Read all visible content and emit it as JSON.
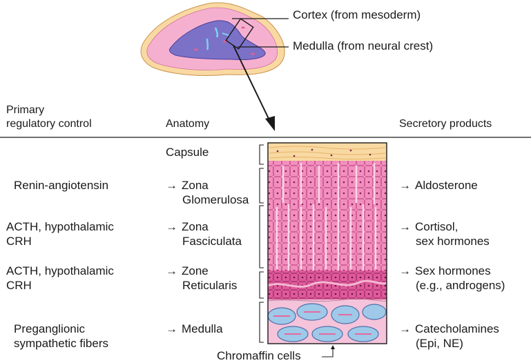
{
  "gland": {
    "cortex_label": "Cortex (from mesoderm)",
    "medulla_label": "Medulla (from neural crest)"
  },
  "headers": {
    "control": [
      "Primary",
      "regulatory control"
    ],
    "anatomy": "Anatomy",
    "products": "Secretory products"
  },
  "arrow_glyph": "→",
  "capsule_label": "Capsule",
  "rows": [
    {
      "control": [
        "Renin-angiotensin"
      ],
      "zone": [
        "Zona",
        "Glomerulosa"
      ],
      "product": [
        "Aldosterone"
      ]
    },
    {
      "control": [
        "ACTH, hypothalamic",
        "CRH"
      ],
      "zone": [
        "Zona",
        "Fasciculata"
      ],
      "product": [
        "Cortisol,",
        "sex hormones"
      ]
    },
    {
      "control": [
        "ACTH, hypothalamic",
        "CRH"
      ],
      "zone": [
        "Zone",
        "Reticularis"
      ],
      "product": [
        "Sex hormones",
        "(e.g., androgens)"
      ]
    },
    {
      "control": [
        "Preganglionic",
        "sympathetic fibers"
      ],
      "zone": [
        "Medulla"
      ],
      "product": [
        "Catecholamines",
        "(Epi, NE)"
      ]
    }
  ],
  "chromaffin_label": "Chromaffin cells",
  "colors": {
    "cortex_fill": "#f6b0cf",
    "capsule_outer": "#f9d9a2",
    "medulla_fill": "#7b72c8",
    "zone_cells": "#f08cbc",
    "reticularis_cells": "#e05a9a",
    "medulla_cells": "#9ec9e8"
  }
}
